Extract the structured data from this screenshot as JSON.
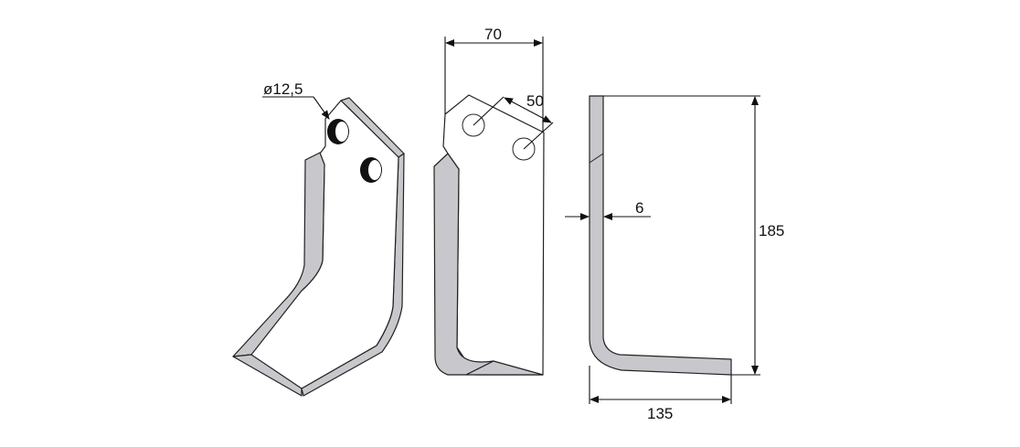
{
  "drawing": {
    "hole_diameter_label": "ø12,5",
    "width_label": "70",
    "hole_spacing_label": "50",
    "thickness_label": "6",
    "height_label": "185",
    "length_label": "135"
  },
  "colors": {
    "bevel": "#c8c8cc",
    "line": "#222222"
  }
}
